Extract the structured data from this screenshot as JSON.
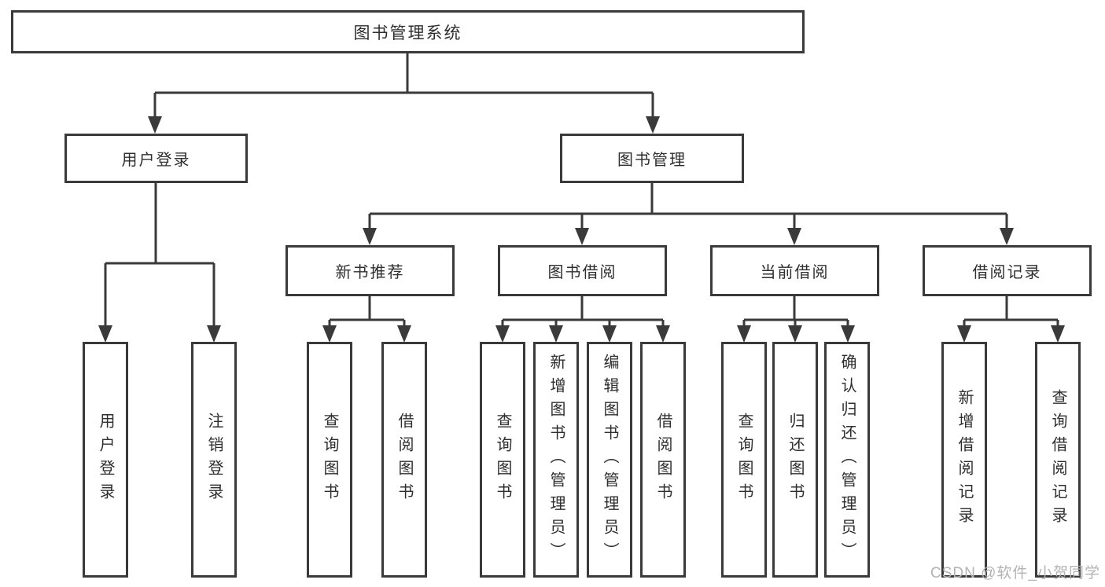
{
  "diagram": {
    "title": "图书管理系统",
    "root": "图书管理系统",
    "branches": [
      {
        "label": "用户登录",
        "children": [
          "用户登录",
          "注销登录"
        ]
      },
      {
        "label": "图书管理",
        "children": [
          {
            "label": "新书推荐",
            "children": [
              "查询图书",
              "借阅图书"
            ]
          },
          {
            "label": "图书借阅",
            "children": [
              "查询图书",
              "新增图书（管理员）",
              "编辑图书（管理员）",
              "借阅图书"
            ]
          },
          {
            "label": "当前借阅",
            "children": [
              "查询图书",
              "归还图书",
              "确认归还（管理员）"
            ]
          },
          {
            "label": "借阅记录",
            "children": [
              "新增借阅记录",
              "查询借阅记录"
            ]
          }
        ]
      }
    ]
  },
  "watermark": {
    "text": "CSDN @软件_小贺同学",
    "color": "#b3b3b3"
  },
  "colors": {
    "line": "#3a3a3a",
    "text": "#2e2e2e",
    "background": "#ffffff"
  }
}
